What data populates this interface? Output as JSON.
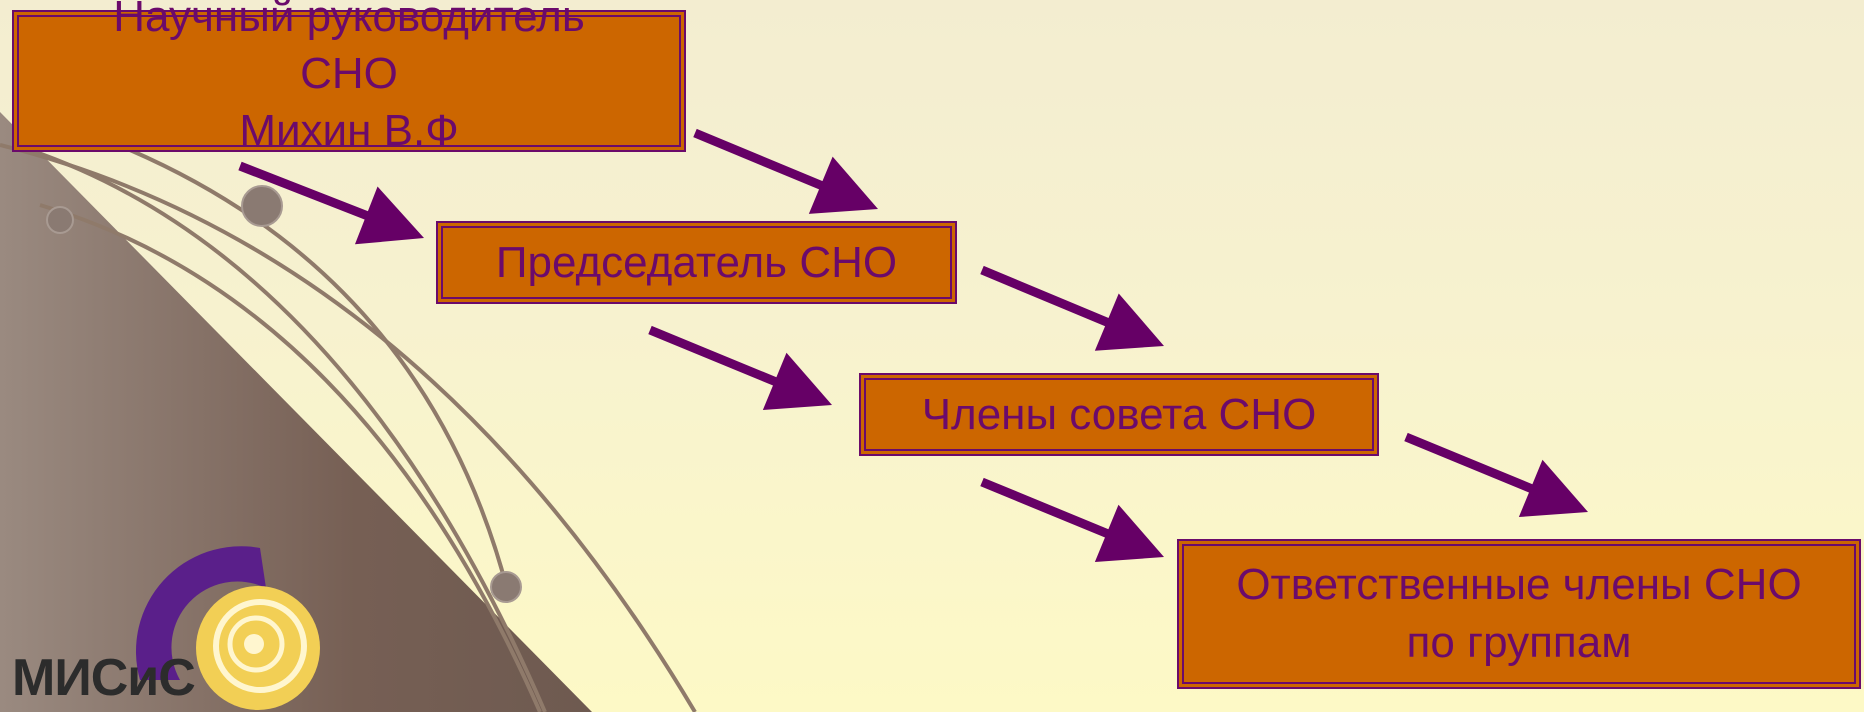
{
  "colors": {
    "box_fill": "#cc6600",
    "box_border": "#6b0a6b",
    "text": "#6b0a6b",
    "arrow": "#660066",
    "background_top": "#f3edd0",
    "background_bottom": "#fdf9c6",
    "corner_shape": "#7a6559"
  },
  "nodes": [
    {
      "id": "scientific-supervisor",
      "lines": [
        "Научный руководитель",
        "СНО",
        "Михин В.Ф"
      ]
    },
    {
      "id": "chairman",
      "lines": [
        "Председатель СНО"
      ]
    },
    {
      "id": "council-members",
      "lines": [
        "Члены совета СНО"
      ]
    },
    {
      "id": "group-members",
      "lines": [
        "Ответственные члены СНО",
        "по группам"
      ]
    }
  ],
  "logo": {
    "text": "МИСиС"
  }
}
